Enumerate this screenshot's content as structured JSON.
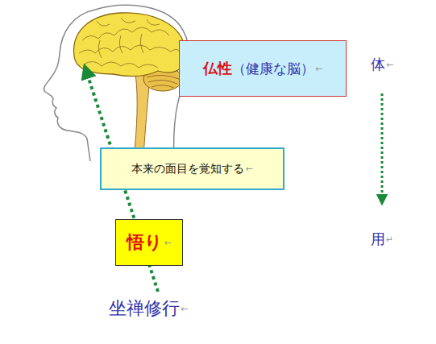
{
  "diagram": {
    "nodes": [
      {
        "text": [
          "仏性",
          "（健康な脳）"
        ]
      },
      {
        "text": [
          "本来の面目を覚知する"
        ]
      },
      {
        "text": [
          "悟り"
        ]
      }
    ],
    "labels": [
      "体",
      "用",
      "坐禅修行",
      "←",
      "←",
      "←",
      "←",
      "↵",
      "←"
    ]
  }
}
